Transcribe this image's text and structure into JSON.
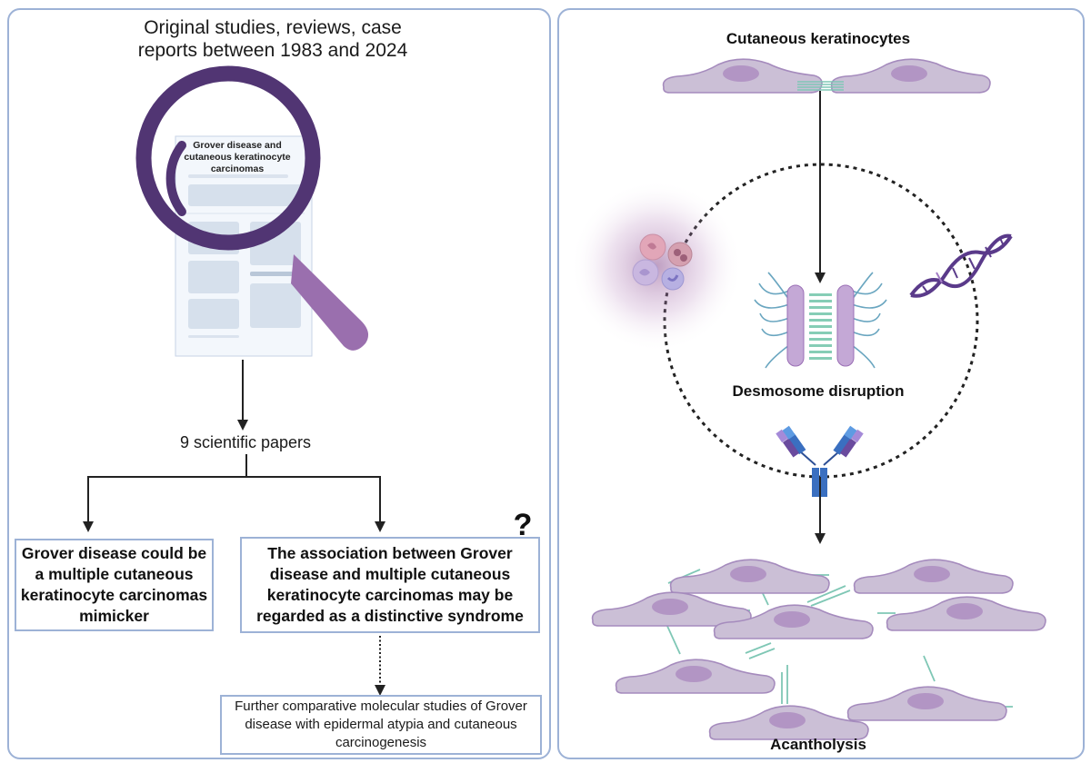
{
  "left": {
    "header": "Original studies, reviews, case reports between 1983 and 2024",
    "header_lines": [
      "Original studies, reviews, case",
      "reports between 1983 and 2024"
    ],
    "document_title_lines": [
      "Grover disease and",
      "cutaneous keratinocyte",
      "carcinomas"
    ],
    "count_label": "9 scientific papers",
    "outcome_left": "Grover disease could be a multiple cutaneous keratinocyte carcinomas mimicker",
    "outcome_right": "The association between Grover disease and multiple cutaneous keratinocyte carcinomas may be regarded as a distinctive syndrome",
    "question_mark": "?",
    "further_studies": "Further comparative molecular studies of Grover disease with epidermal atypia and cutaneous carcinogenesis"
  },
  "right": {
    "top_label": "Cutaneous keratinocytes",
    "middle_label": "Desmosome disruption",
    "bottom_label": "Acantholysis"
  },
  "colors": {
    "panel_border": "#9db2d6",
    "magnifier_ring": "#513573",
    "magnifier_handle": "#9a6fae",
    "cell_fill": "#cbbfd6",
    "cell_stroke": "#a58bbd",
    "nucleus": "#b295c4",
    "junction": "#7fc7b5",
    "antibody_blue": "#3a6fc0",
    "dna_purple": "#5a3a8a"
  }
}
